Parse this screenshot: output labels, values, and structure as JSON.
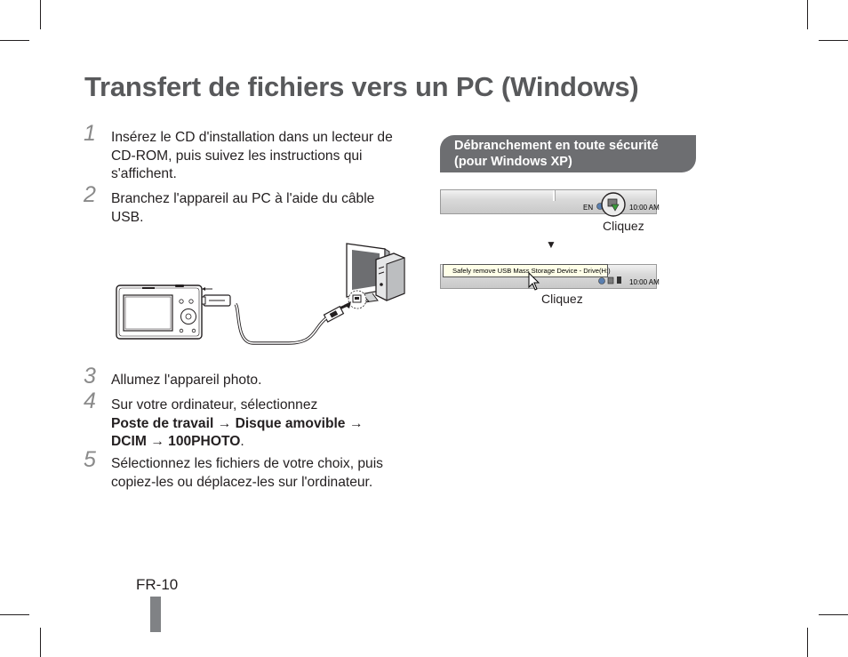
{
  "page": {
    "title": "Transfert de fichiers vers un PC (Windows)",
    "page_number": "FR-10"
  },
  "steps": [
    {
      "num": "1",
      "text": "Insérez le CD d'installation dans un lecteur de CD-ROM, puis suivez les instructions qui s'affichent."
    },
    {
      "num": "2",
      "text": "Branchez l'appareil au PC à l'aide du câble USB."
    },
    {
      "num": "3",
      "text": "Allumez l'appareil photo."
    },
    {
      "num": "4",
      "text_intro": "Sur votre ordinateur, sélectionnez",
      "path_1": "Poste de travail",
      "arrow_1": "→",
      "path_2": "Disque amovible",
      "arrow_2": "→",
      "path_3": "DCIM",
      "arrow_3": "→",
      "path_4": "100PHOTO",
      "end": "."
    },
    {
      "num": "5",
      "text": "Sélectionnez les fichiers de votre choix, puis copiez-les ou déplacez-les sur l'ordinateur."
    }
  ],
  "safe_removal": {
    "heading": "Débranchement en toute sécurité (pour Windows XP)",
    "taskbar_1": {
      "lang": "EN",
      "clock": "10:00 AM",
      "caption": "Cliquez"
    },
    "down_arrow": "▼",
    "taskbar_2": {
      "tooltip": "Safely remove USB Mass Storage Device - Drive(H:)",
      "clock": "10:00 AM",
      "caption": "Cliquez"
    }
  },
  "colors": {
    "title": "#58595b",
    "section_tab": "#6d6e71",
    "step_number": "#8a8a8a",
    "page_bar": "#808285"
  },
  "icons": [
    "usb-cable-illustration",
    "digital-camera-illustration",
    "desktop-computer-illustration",
    "safely-remove-hardware-icon",
    "mouse-cursor-icon"
  ]
}
